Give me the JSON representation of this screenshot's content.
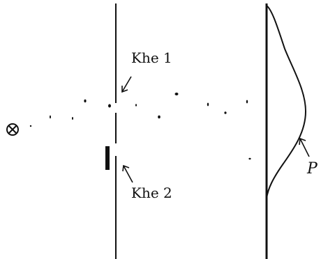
{
  "labels": {
    "slit1": "Khe 1",
    "slit2": "Khe 2",
    "pattern": "P"
  },
  "colors": {
    "ink": "#111111",
    "background": "#ffffff"
  },
  "icons": {
    "source": "circle-cross-source-icon"
  }
}
